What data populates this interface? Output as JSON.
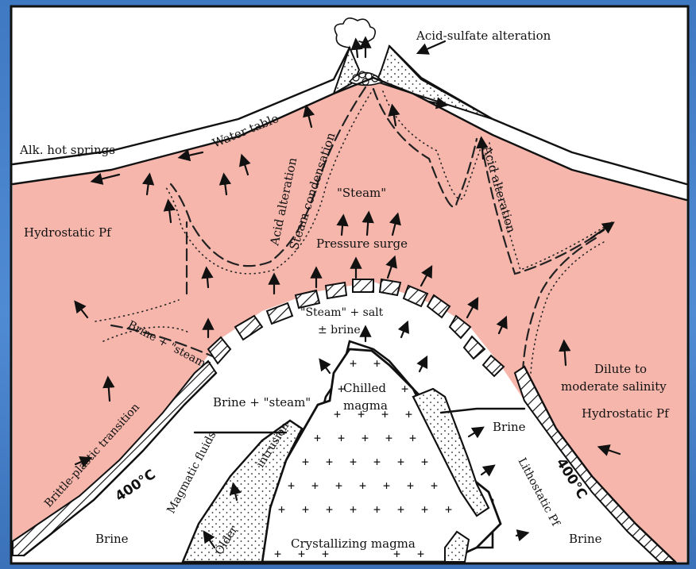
{
  "labels": {
    "acid_sulfate_alteration": "Acid-sulfate alteration",
    "alk_hot_springs": "Alk. hot springs",
    "water_table": "Water table",
    "acid_alteration_left": "Acid alteration",
    "steam_condensation": "Steam condensation",
    "steam_top": "\"Steam\"",
    "pressure_surge": "Pressure surge",
    "acid_alteration_right": "Acid alteration",
    "hydrostatic_left": "Hydrostatic Pf",
    "steam_salt": "\"Steam\" + salt",
    "brine_pm": "± brine",
    "brine_steam_diag": "Brine + \"steam\"",
    "dilute_line1": "Dilute to",
    "dilute_line2": "moderate salinity",
    "hydrostatic_right": "Hydrostatic Pf",
    "chilled_magma_1": "Chilled",
    "chilled_magma_2": "magma",
    "brine_steam_mid": "Brine + \"steam\"",
    "brine_right_upper": "Brine",
    "brittle_plastic": "Brittle-plastic transition",
    "magmatic_fluids": "Magmatic fluids",
    "intrusion": "intrusion",
    "older": "Older",
    "lithostatic": "Lithostatic Pf",
    "temp_left": "400°C",
    "temp_right": "400°C",
    "brine_left_bottom": "Brine",
    "crystallizing_magma": "Crystallizing magma",
    "brine_right_bottom": "Brine"
  },
  "colors": {
    "hydrothermal_zone": "#f6b6ac",
    "background": "#4f8bd3"
  }
}
